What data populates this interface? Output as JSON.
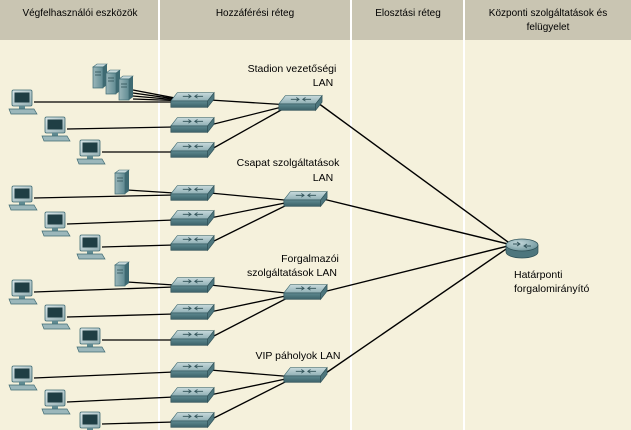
{
  "columns": [
    {
      "label": "Végfelhasználói eszközök"
    },
    {
      "label": "Hozzáférési réteg"
    },
    {
      "label": "Elosztási réteg"
    },
    {
      "label_line1": "Központi szolgáltatások és",
      "label_line2": "felügyelet"
    }
  ],
  "lans": [
    {
      "line1": "Stadion vezetőségi",
      "line2": "LAN"
    },
    {
      "line1": "Csapat szolgáltatások",
      "line2": "LAN"
    },
    {
      "line1": "Forgalmazói",
      "line2": "szolgáltatások LAN"
    },
    {
      "line1": "VIP páholyok LAN",
      "line2": ""
    }
  ],
  "router": {
    "line1": "Határponti",
    "line2": "forgalomirányító"
  },
  "colors": {
    "background": "#f5f1dc",
    "header": "#c9c5b2",
    "divider": "#ffffff",
    "device": "#7fa0a6",
    "device_dark": "#3e6a72",
    "link": "#000000"
  }
}
